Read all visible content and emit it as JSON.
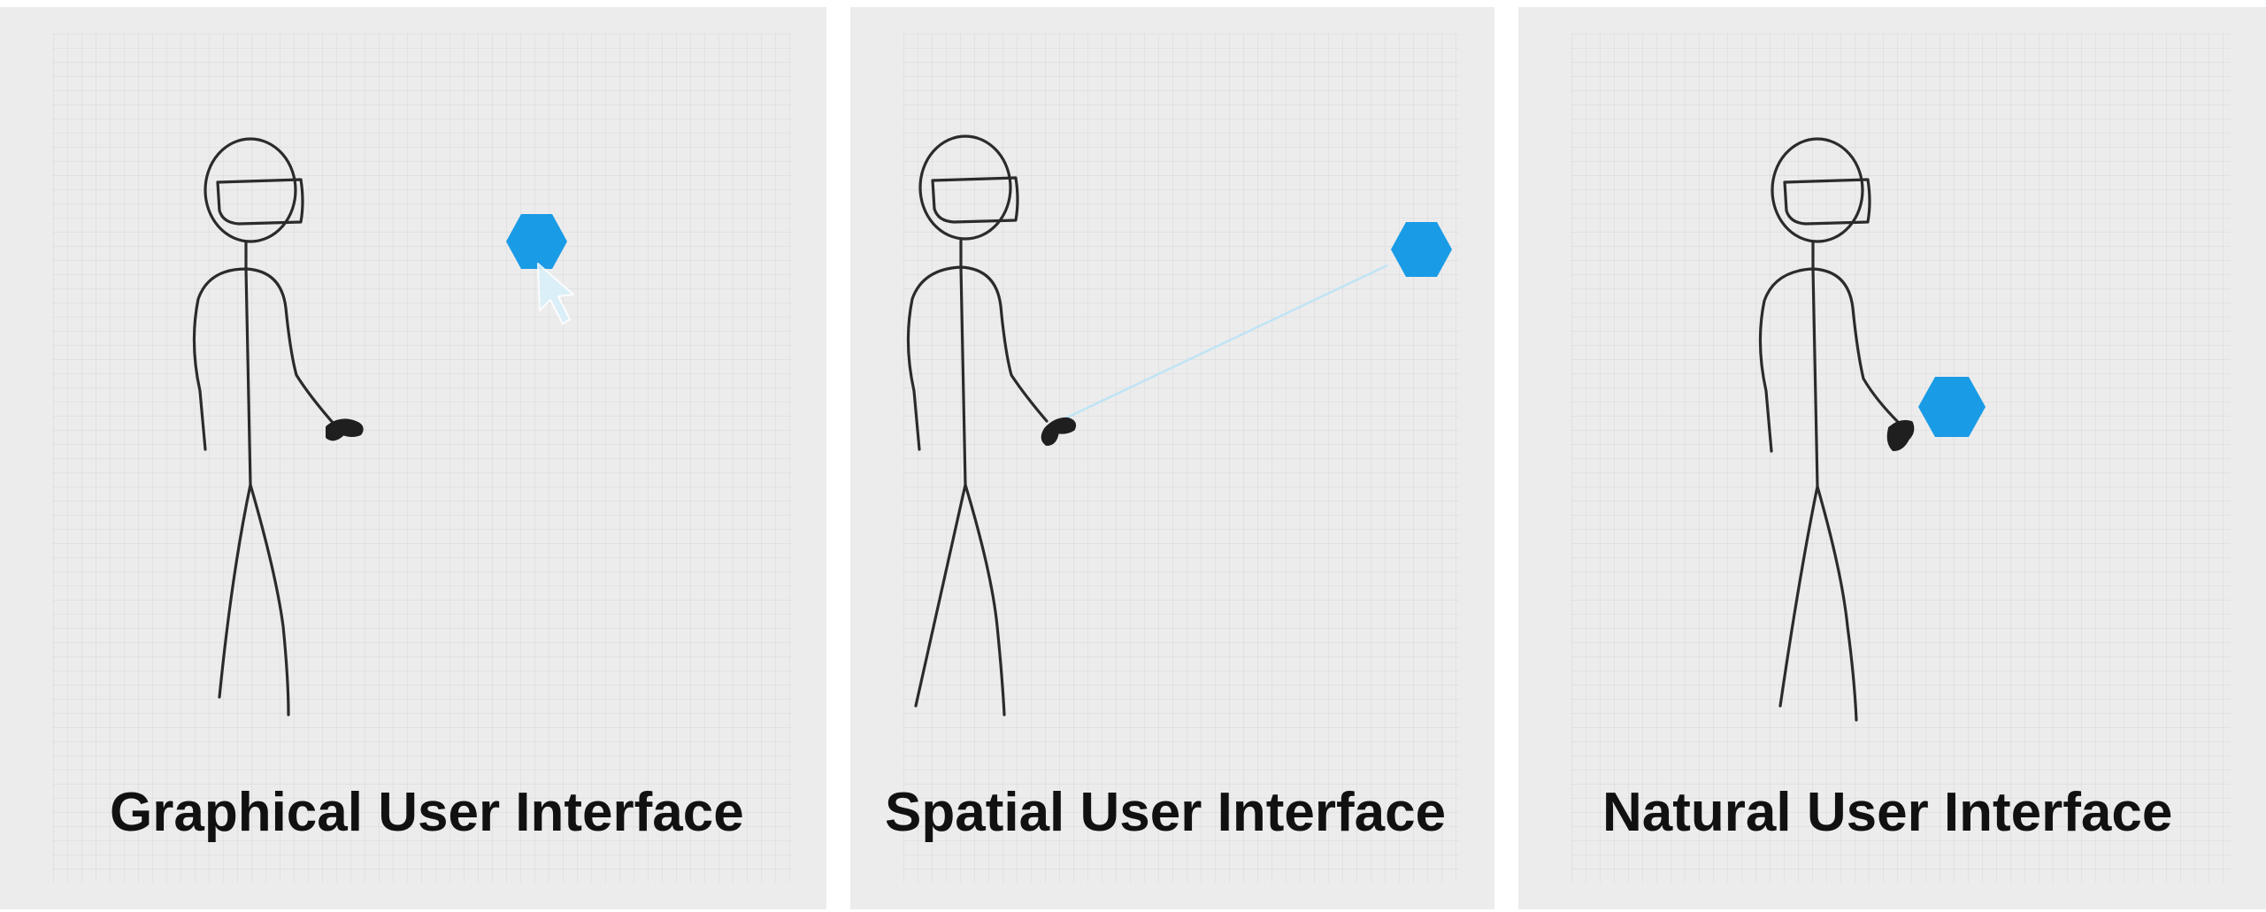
{
  "panels": [
    {
      "caption": "Graphical User Interface",
      "interaction": "cursor-pointer",
      "hexagon_color": "#1a9be6"
    },
    {
      "caption": "Spatial User Interface",
      "interaction": "ray-pointer",
      "hexagon_color": "#1a9be6"
    },
    {
      "caption": "Natural User Interface",
      "interaction": "direct-grab",
      "hexagon_color": "#1a9be6"
    }
  ],
  "colors": {
    "background": "#ececec",
    "figure_stroke": "#2b2b2b",
    "accent": "#1a9be6",
    "ray": "#bfe4f5"
  },
  "icons": {
    "figure": "stick-figure-with-vr-headset-icon",
    "controller": "hand-controller-icon",
    "object": "hexagon-icon",
    "cursor": "cursor-arrow-icon"
  }
}
